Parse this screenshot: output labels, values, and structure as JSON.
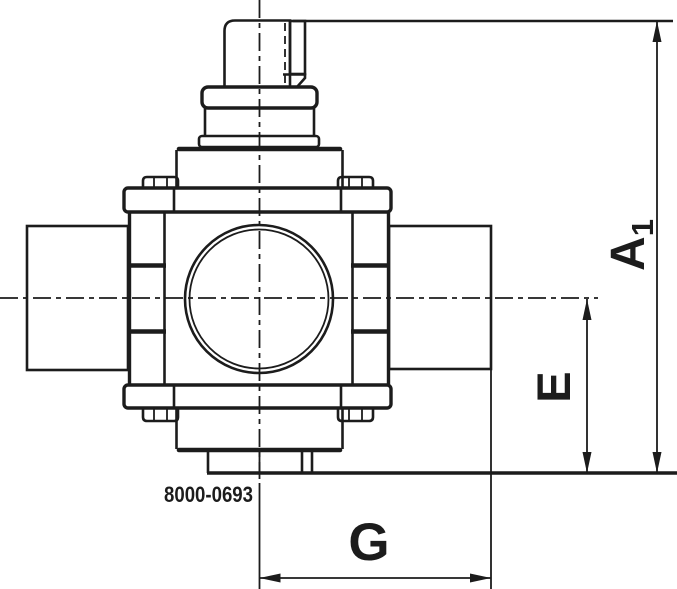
{
  "drawing": {
    "type": "technical-dimension-drawing",
    "subject": "three-port valve body, front elevation",
    "part_number": "8000-0693",
    "ink_color": "#1c1c1c",
    "background_color": "#ffffff",
    "dimensions": {
      "overall_height": {
        "letter": "A",
        "subscript": "1"
      },
      "center_to_base_height": {
        "letter": "E"
      },
      "center_to_port_face_width": {
        "letter": "G"
      }
    }
  }
}
